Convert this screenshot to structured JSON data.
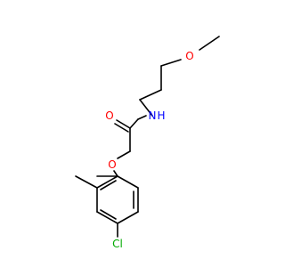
{
  "molecule": {
    "atoms": {
      "methoxy_oxygen": "O",
      "carbonyl_oxygen": "O",
      "amide_nitrogen": "N",
      "amide_hydrogen": "H",
      "ether_oxygen": "O",
      "chlorine": "Cl"
    },
    "colors": {
      "bond": "#000000",
      "oxygen": "#ff0000",
      "nitrogen": "#0000ff",
      "chlorine": "#00aa00"
    }
  }
}
